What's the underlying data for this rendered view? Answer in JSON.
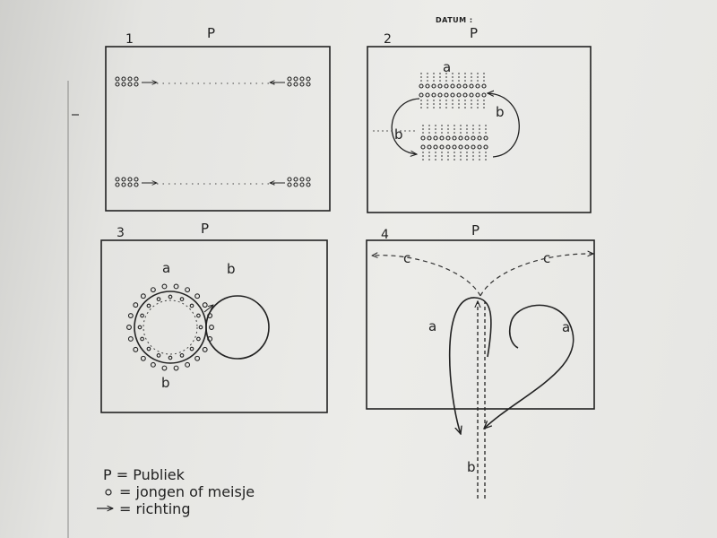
{
  "header": {
    "datum": "DATUM :"
  },
  "panels": [
    {
      "number": "1",
      "audience": "P"
    },
    {
      "number": "2",
      "audience": "P",
      "labels": [
        "a",
        "b",
        "b"
      ]
    },
    {
      "number": "3",
      "audience": "P",
      "labels": [
        "a",
        "b",
        "b"
      ]
    },
    {
      "number": "4",
      "audience": "P",
      "labels": [
        "c",
        "c",
        "a",
        "a",
        "b"
      ]
    }
  ],
  "legend": [
    {
      "symbol": "P",
      "text": "= Publiek"
    },
    {
      "symbol": "∘",
      "text": "= jongen of meisje"
    },
    {
      "symbol": "→",
      "text": "= richting"
    }
  ],
  "colors": {
    "ink": "#222222",
    "paper": "#ecece9"
  }
}
